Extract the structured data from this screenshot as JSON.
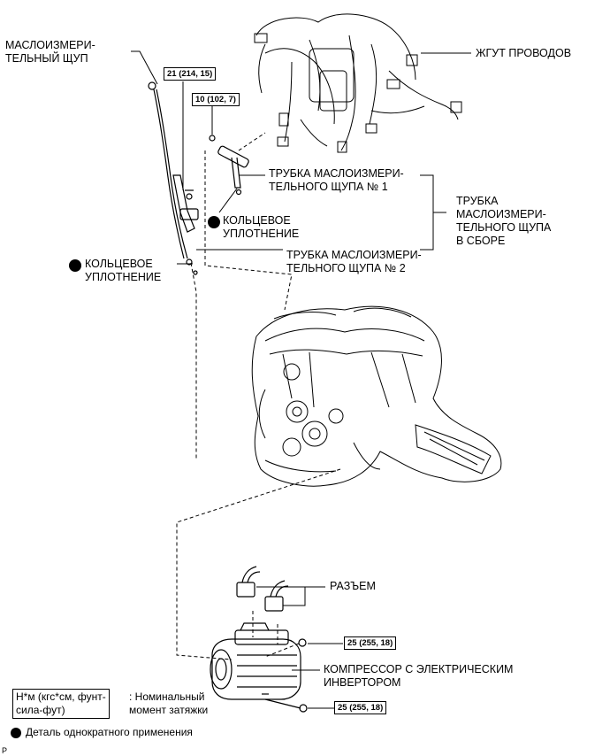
{
  "labels": {
    "dipstick": "МАСЛОИЗМЕРИ-\nТЕЛЬНЫЙ ЩУП",
    "wire_harness": "ЖГУТ ПРОВОДОВ",
    "tube1": "ТРУБКА МАСЛОИЗМЕРИ-\nТЕЛЬНОГО ЩУПА № 1",
    "tube2": "ТРУБКА МАСЛОИЗМЕРИ-\nТЕЛЬНОГО ЩУПА № 2",
    "tube_assy": "ТРУБКА\nМАСЛОИЗМЕРИ-\nТЕЛЬНОГО ЩУПА\nВ СБОРЕ",
    "oring_upper": "КОЛЬЦЕВОЕ\nУПЛОТНЕНИЕ",
    "oring_lower": "КОЛЬЦЕВОЕ\nУПЛОТНЕНИЕ",
    "connector": "РАЗЪЕМ",
    "compressor": "КОМПРЕССОР С ЭЛЕКТРИЧЕСКИМ\nИНВЕРТОРОМ"
  },
  "torques": {
    "t1": "21 (214, 15)",
    "t2": "10 (102, 7)",
    "t3": "25 (255, 18)",
    "t4": "25 (255, 18)"
  },
  "legend": {
    "unit_box": "Н*м (кгс*см, фунт-\nсила-фут)",
    "unit_desc": ": Номинальный\nмомент затяжки",
    "nonreusable": "Деталь однократного применения"
  },
  "corner_mark": "P"
}
